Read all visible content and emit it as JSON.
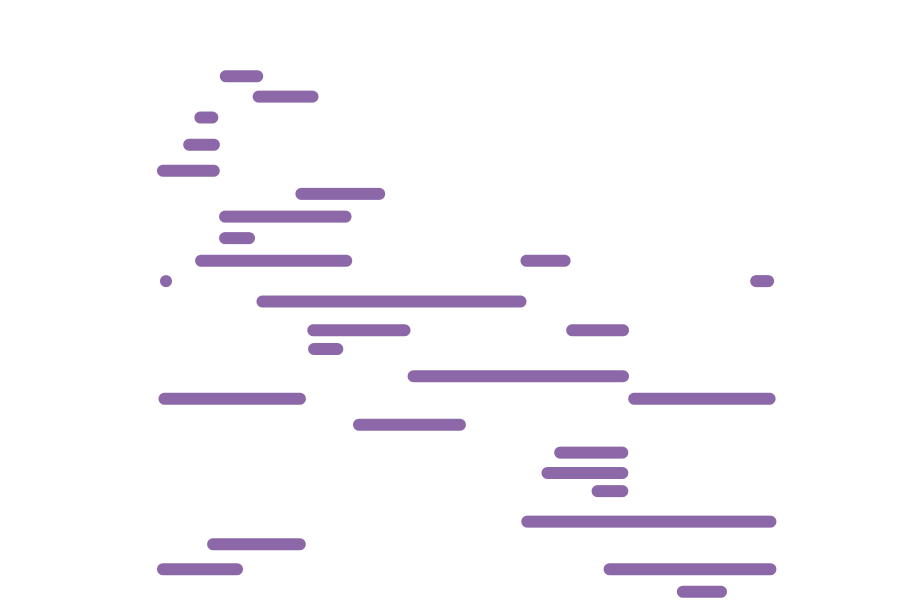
{
  "chart_data": {
    "type": "bar",
    "orientation": "horizontal",
    "title": "",
    "xlabel": "",
    "ylabel": "",
    "axes_visible": false,
    "grid": false,
    "legend": "none",
    "bar_color": "#8c68a8",
    "bar_style": "rounded",
    "xlim": [
      0,
      1000
    ],
    "ylim": [
      0,
      1000
    ],
    "series": [
      {
        "bars": [
          {
            "start": 84,
            "end": 142,
            "y": 929
          },
          {
            "start": 128,
            "end": 216,
            "y": 893
          },
          {
            "start": 50,
            "end": 82,
            "y": 856
          },
          {
            "start": 35,
            "end": 84,
            "y": 808
          },
          {
            "start": 0,
            "end": 84,
            "y": 762
          },
          {
            "start": 185,
            "end": 305,
            "y": 721
          },
          {
            "start": 83,
            "end": 260,
            "y": 681
          },
          {
            "start": 83,
            "end": 131,
            "y": 643
          },
          {
            "start": 51,
            "end": 261,
            "y": 603
          },
          {
            "start": 486,
            "end": 553,
            "y": 603
          },
          {
            "start": 4,
            "end": 18,
            "y": 567
          },
          {
            "start": 793,
            "end": 825,
            "y": 567
          },
          {
            "start": 133,
            "end": 494,
            "y": 531
          },
          {
            "start": 201,
            "end": 339,
            "y": 480
          },
          {
            "start": 547,
            "end": 631,
            "y": 480
          },
          {
            "start": 202,
            "end": 249,
            "y": 447
          },
          {
            "start": 335,
            "end": 631,
            "y": 399
          },
          {
            "start": 2,
            "end": 199,
            "y": 359
          },
          {
            "start": 630,
            "end": 827,
            "y": 359
          },
          {
            "start": 262,
            "end": 413,
            "y": 313
          },
          {
            "start": 531,
            "end": 630,
            "y": 264
          },
          {
            "start": 514,
            "end": 630,
            "y": 228
          },
          {
            "start": 581,
            "end": 630,
            "y": 196
          },
          {
            "start": 487,
            "end": 828,
            "y": 142
          },
          {
            "start": 67,
            "end": 199,
            "y": 102
          },
          {
            "start": 0,
            "end": 115,
            "y": 58
          },
          {
            "start": 597,
            "end": 828,
            "y": 58
          },
          {
            "start": 695,
            "end": 762,
            "y": 18
          }
        ]
      }
    ]
  }
}
